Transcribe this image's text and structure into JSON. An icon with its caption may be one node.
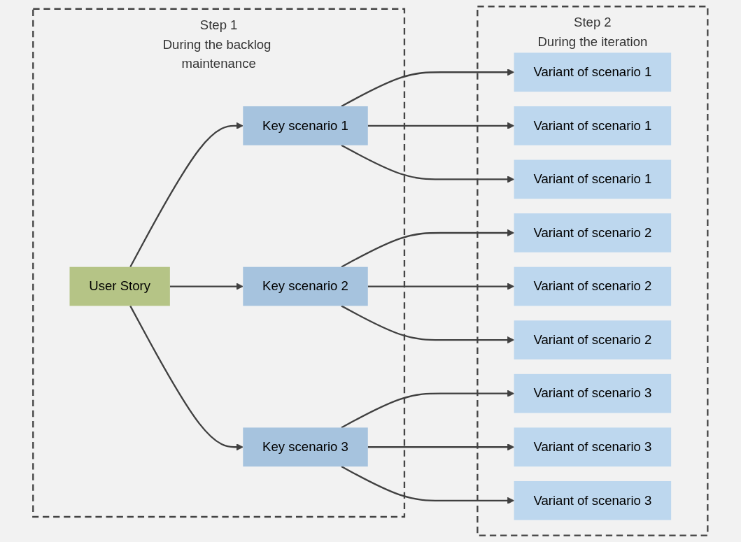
{
  "diagram": {
    "nodes": [
      {
        "text": [
          "Step 1",
          "During the backlog maintenance"
        ]
      },
      {
        "text": [
          "User Story"
        ],
        "in": 0
      },
      {
        "text": [
          "Key scenario 1"
        ],
        "in": 0
      },
      {
        "text": [
          "Key scenario 2"
        ],
        "in": 0
      },
      {
        "text": [
          "Key scenario 3"
        ],
        "in": 0
      },
      {
        "text": [
          "Step 2",
          "During the iteration"
        ]
      },
      {
        "text": [
          "Variant of scenario 1"
        ],
        "in": 5
      },
      {
        "text": [
          "Variant of scenario 1"
        ],
        "in": 5
      },
      {
        "text": [
          "Variant of scenario 1"
        ],
        "in": 5
      },
      {
        "text": [
          "Variant of scenario 2"
        ],
        "in": 5
      },
      {
        "text": [
          "Variant of scenario 2"
        ],
        "in": 5
      },
      {
        "text": [
          "Variant of scenario 2"
        ],
        "in": 5
      },
      {
        "text": [
          "Variant of scenario 3"
        ],
        "in": 5
      },
      {
        "text": [
          "Variant of scenario 3"
        ],
        "in": 5
      },
      {
        "text": [
          "Variant of scenario 3"
        ],
        "in": 5
      }
    ],
    "edges": [
      {
        "from": 1,
        "to": 2,
        "arrow": "to"
      },
      {
        "from": 1,
        "to": 3,
        "arrow": "to"
      },
      {
        "from": 1,
        "to": 4,
        "arrow": "to"
      },
      {
        "from": 2,
        "to": 6,
        "arrow": "to"
      },
      {
        "from": 2,
        "to": 7,
        "arrow": "to"
      },
      {
        "from": 2,
        "to": 8,
        "arrow": "to"
      },
      {
        "from": 3,
        "to": 9,
        "arrow": "to"
      },
      {
        "from": 3,
        "to": 10,
        "arrow": "to"
      },
      {
        "from": 3,
        "to": 11,
        "arrow": "to"
      },
      {
        "from": 4,
        "to": 12,
        "arrow": "to"
      },
      {
        "from": 4,
        "to": 13,
        "arrow": "to"
      },
      {
        "from": 4,
        "to": 14,
        "arrow": "to"
      }
    ]
  }
}
